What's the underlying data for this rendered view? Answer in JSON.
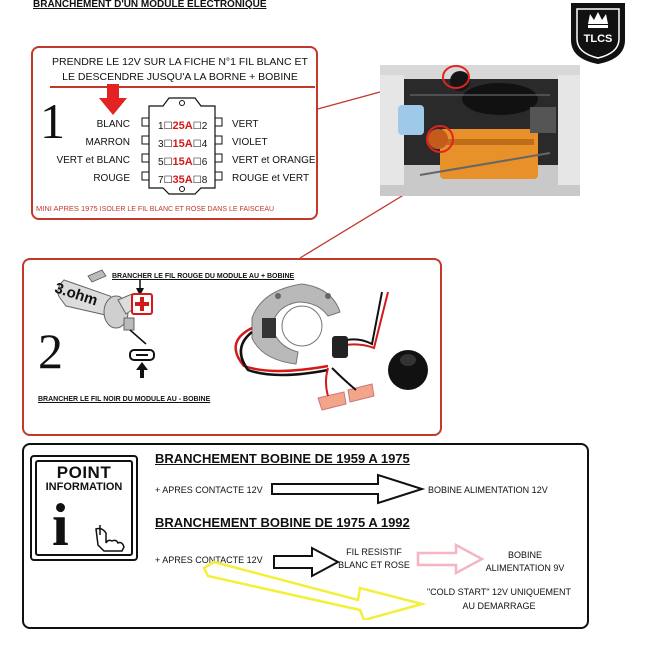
{
  "title": "BRANCHEMENT D'UN MODULE ELECTRONIQUE",
  "logo_text": "TLCS",
  "step1": {
    "number": "1",
    "instruction_line1": "PRENDRE LE 12V SUR LA FICHE N°1 FIL BLANC ET",
    "instruction_line2": "LE DESCENDRE JUSQU'A LA BORNE + BOBINE",
    "left_wires": [
      "BLANC",
      "MARRON",
      "VERT et BLANC",
      "ROUGE"
    ],
    "right_wires": [
      "VERT",
      "VIOLET",
      "VERT et ORANGE",
      "ROUGE et VERT"
    ],
    "left_pins": [
      "1",
      "3",
      "5",
      "7"
    ],
    "right_pins": [
      "2",
      "4",
      "6",
      "8"
    ],
    "fuses": [
      "25A",
      "15A",
      "15A",
      "35A"
    ],
    "footnote_a": "MINI APRES 1975",
    "footnote_b": "ISOLER LE FIL BLANC ET ROSE DANS LE FAISCEAU"
  },
  "step2": {
    "number": "2",
    "coil_label": "3.ohm",
    "top_instruction": "BRANCHER LE FIL ROUGE DU MODULE AU + BOBINE",
    "bottom_instruction": "BRANCHER LE FIL NOIR DU MODULE AU - BOBINE"
  },
  "info": {
    "badge_line1": "POINT",
    "badge_line2": "INFORMATION",
    "badge_letter": "i",
    "section1_title": "BRANCHEMENT BOBINE DE 1959 A 1975",
    "section1_from": "+ APRES CONTACTE 12V",
    "section1_to": "BOBINE ALIMENTATION 12V",
    "section2_title": "BRANCHEMENT BOBINE DE 1975 A 1992",
    "section2_from": "+ APRES CONTACTE 12V",
    "section2_mid_line1": "FIL RESISTIF",
    "section2_mid_line2": "BLANC ET ROSE",
    "section2_to_line1": "BOBINE",
    "section2_to_line2": "ALIMENTATION 9V",
    "section2_cold_line1": "\"COLD START\" 12V UNIQUEMENT",
    "section2_cold_line2": "AU DEMARRAGE"
  },
  "colors": {
    "panel_border": "#c0392b",
    "accent_red": "#d31a1a",
    "arrow_pink": "#f4b6c2",
    "arrow_yellow": "#f3ef3a",
    "engine_orange": "#e8902a"
  }
}
